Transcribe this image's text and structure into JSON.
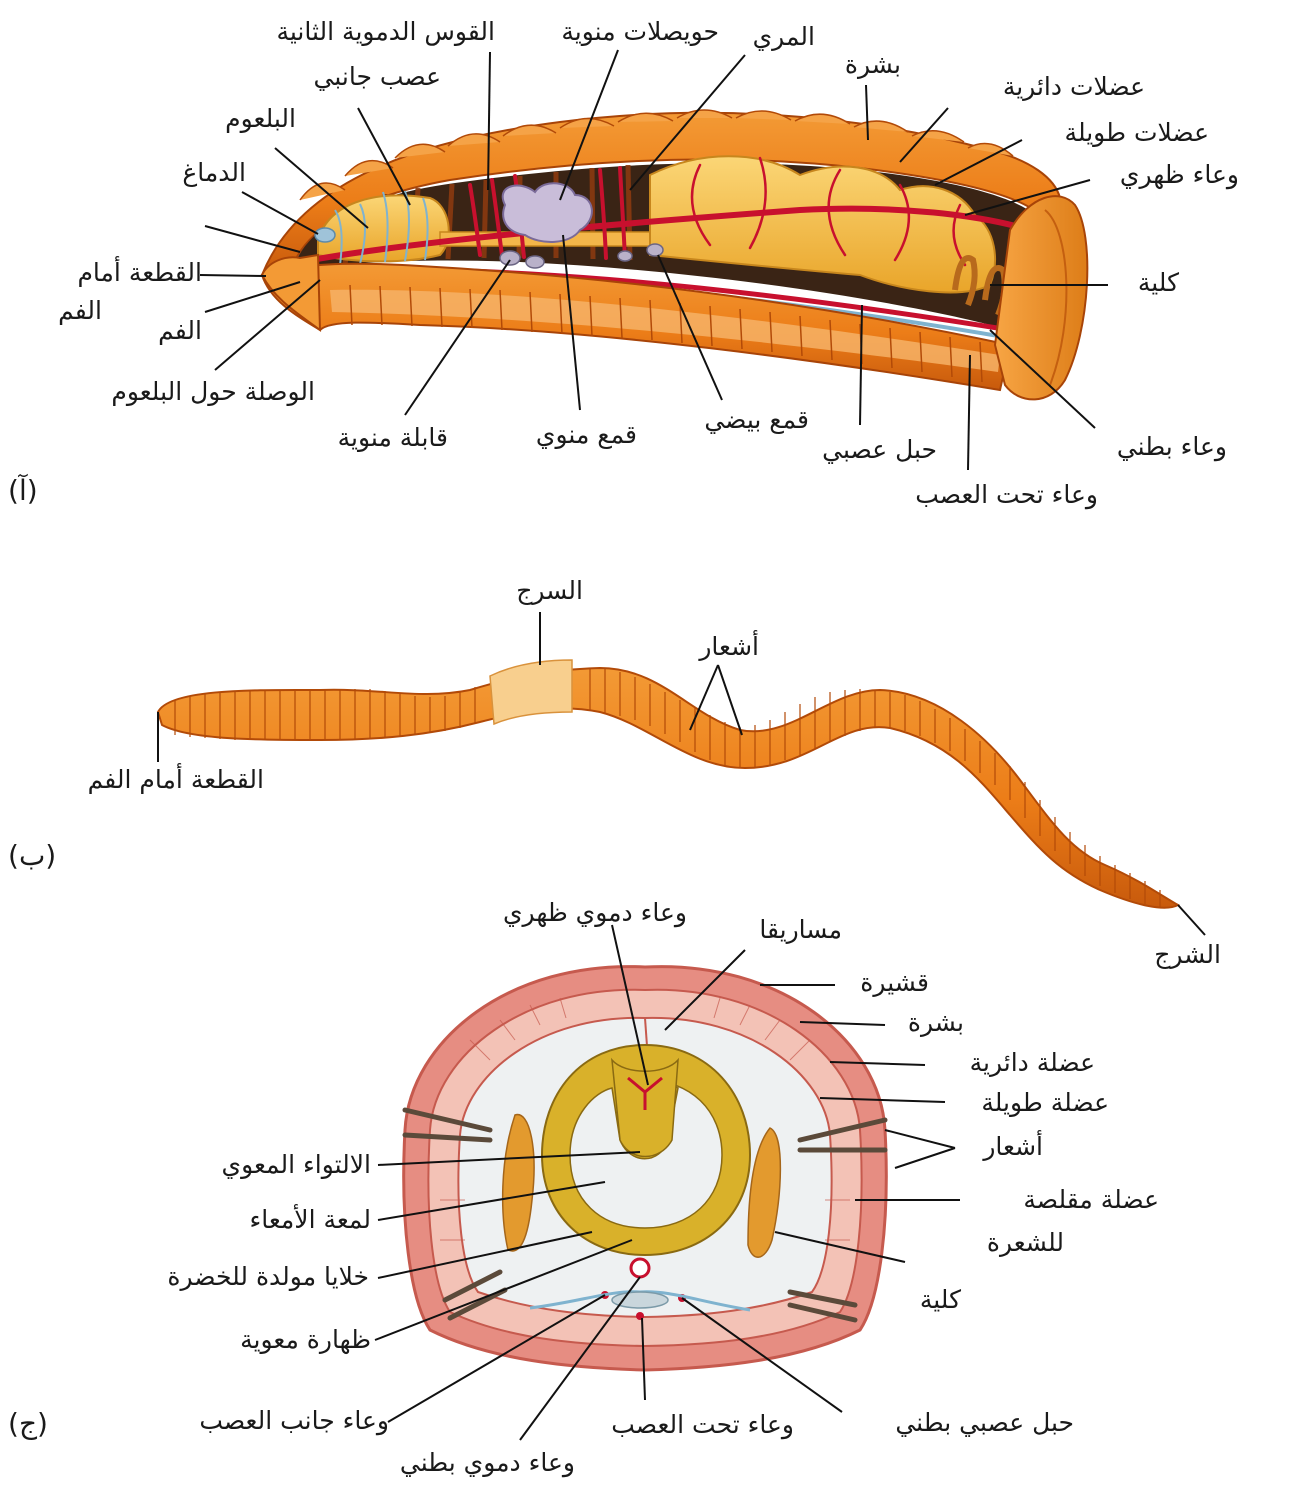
{
  "colors": {
    "skin": "#f08a22",
    "skin_dark": "#c85a0c",
    "segment_line": "#b24a08",
    "gut": "#f7c04a",
    "vessel": "#c8102e",
    "nerve": "#7fb3cf",
    "clitellum": "#f8cf8e",
    "muscle": "#e68d82",
    "muscle_light": "#f3c2b6",
    "cavity": "#eef1f2",
    "intestine": "#d9b12a",
    "kidney": "#e39a2e",
    "leader": "#111111"
  },
  "panels": {
    "a": {
      "mark": "(آ)",
      "labels": {
        "second_aortic_arch": "القوس الدموية الثانية",
        "seminal_vesicles": "حويصلات منوية",
        "esophagus": "المري",
        "epidermis": "بشرة",
        "lateral_nerve": "عصب جانبي",
        "pharynx": "البلعوم",
        "brain": "الدماغ",
        "circular_muscles": "عضلات دائرية",
        "longitudinal_muscles": "عضلات طويلة",
        "dorsal_vessel": "وعاء ظهري",
        "prostomium_line1": "القطعة أمام",
        "prostomium_line2": "الفم",
        "mouth": "الفم",
        "circumpharyngeal": "الوصلة حول البلعوم",
        "spermatheca": "قابلة منوية",
        "sperm_funnel": "قمع منوي",
        "egg_funnel": "قمع بيضي",
        "nerve_cord": "حبل عصبي",
        "subneural_vessel": "وعاء تحت العصب",
        "ventral_vessel": "وعاء بطني",
        "nephridium": "كلية"
      }
    },
    "b": {
      "mark": "(ب)",
      "labels": {
        "clitellum": "السرج",
        "setae": "أشعار",
        "prostomium": "القطعة أمام الفم",
        "anus": "الشرج"
      }
    },
    "c": {
      "mark": "(ج)",
      "labels": {
        "dorsal_blood_vessel": "وعاء دموي ظهري",
        "mesentery": "مساريقا",
        "cuticle": "قشيرة",
        "epidermis": "بشرة",
        "circular_muscle": "عضلة دائرية",
        "longitudinal_muscle": "عضلة طويلة",
        "setae": "أشعار",
        "typhlosole": "الالتواء المعوي",
        "intestinal_lumen": "لمعة الأمعاء",
        "setal_muscle_line1": "عضلة مقلصة",
        "setal_muscle_line2": "للشعرة",
        "chlorogogen_cells": "خلايا مولدة للخضرة",
        "nephridium": "كلية",
        "intestinal_epithelium": "ظهارة معوية",
        "lateral_neural_vessel": "وعاء جانب العصب",
        "subneural_vessel": "وعاء تحت العصب",
        "ventral_nerve_cord": "حبل عصبي بطني",
        "ventral_blood_vessel": "وعاء دموي بطني"
      }
    }
  }
}
